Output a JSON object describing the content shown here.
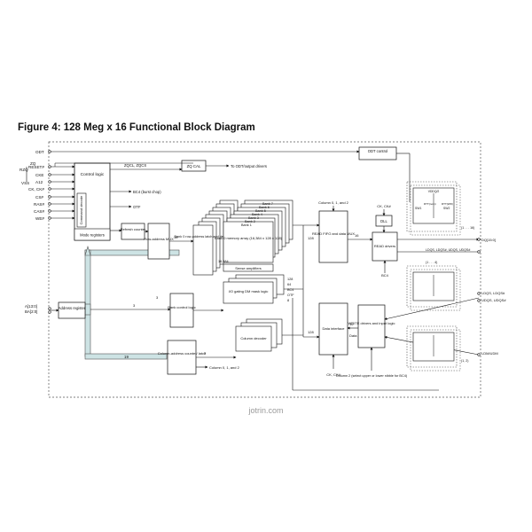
{
  "title": "Figure 4: 128 Meg x 16 Functional Block Diagram",
  "watermark": "jotrin.com",
  "inputs": {
    "odt": "ODT",
    "zq": "ZQ",
    "reset": "RESET#",
    "cke": "CKE",
    "a12": "A12",
    "ck": "CK, CK#",
    "cs": "CS#",
    "ras": "RAS#",
    "cas": "CAS#",
    "we": "WE#",
    "rzq": "RZQ",
    "vss": "VSS",
    "addr": "A[13:0]",
    "ba": "BA[2:0]"
  },
  "blocks": {
    "control_logic": "Control logic",
    "command_decode": "Command decode",
    "mode_registers": "Mode registers",
    "zq_cal": "ZQ CAL",
    "odt_control": "ODT control",
    "refresh_counter": "Refresh counter",
    "row_mux": "Row-address MUX",
    "bank0_row": "Bank 0 row-address latch and decoder",
    "memory_array": "Bank 0 memory array (16,384 x 128 x 128)",
    "sense_amps": "Sense amplifiers",
    "io_gating": "I/O gating DM mask logic",
    "address_register": "Address register",
    "bank_control": "Bank control logic",
    "column_counter": "Column-address counter/ latch",
    "column_decoder": "Column decoder",
    "read_fifo": "READ FIFO and data MUX",
    "dll": "DLL",
    "read_drivers": "READ drivers",
    "data_interface": "Data interface",
    "write_drivers": "WRITE drivers and input logic",
    "banks": [
      "Bank 7",
      "Bank 6",
      "Bank 5",
      "Bank 4",
      "Bank 3",
      "Bank 2",
      "Bank 1"
    ]
  },
  "labels": {
    "zqcl": "ZQCL, ZQCS",
    "to_odt": "To ODT/output drivers",
    "bc4_chop": "BC4 (burst chop)",
    "otf": "OTF",
    "bc4": "BC4",
    "col012": "Column 0, 1, and 2",
    "ck_dll": "CK, CK#",
    "ck_data": "CK, CK#",
    "col012_bottom": "Column 0, 1, and 2",
    "column2": "Column 2 (select upper or lower nibble for BC4)",
    "dq": "DQ[15:0]",
    "dqs_read": "LDQS, LDQS#, UDQS, UDQS#",
    "dqs_write": "LDQS, LDQS#",
    "dqs_write2": "UDQS, UDQS#",
    "dm": "LDM/UDM",
    "vddq2": "VDDQ/2",
    "rtt_nom": "RTT(nom)",
    "rtt_wr": "RTT(WR)",
    "sw1": "SW1",
    "sw2": "SW2",
    "range1": "(1 . . . 16)",
    "range2": "(1 . . . 4)",
    "range3": "(1, 2)",
    "bus_14": "14",
    "bus_16": "16",
    "bus_16b": "16",
    "bus_19": "19",
    "bus_3": "3",
    "bus_3b": "3",
    "bus_7": "7",
    "bus_10": "10",
    "bus_128": "128",
    "bus_128b": "128",
    "bus_16384": "16,384",
    "bus_128c": "128",
    "bus_16d": "16",
    "bus_16e": "16",
    "bus_16f": "16",
    "bus_8": "8",
    "bus_64": "64",
    "bus_128d": "128",
    "bc4_x": "BC4",
    "otf_x": "OTF",
    "data_label": "Data",
    "bus_3c": "3"
  }
}
